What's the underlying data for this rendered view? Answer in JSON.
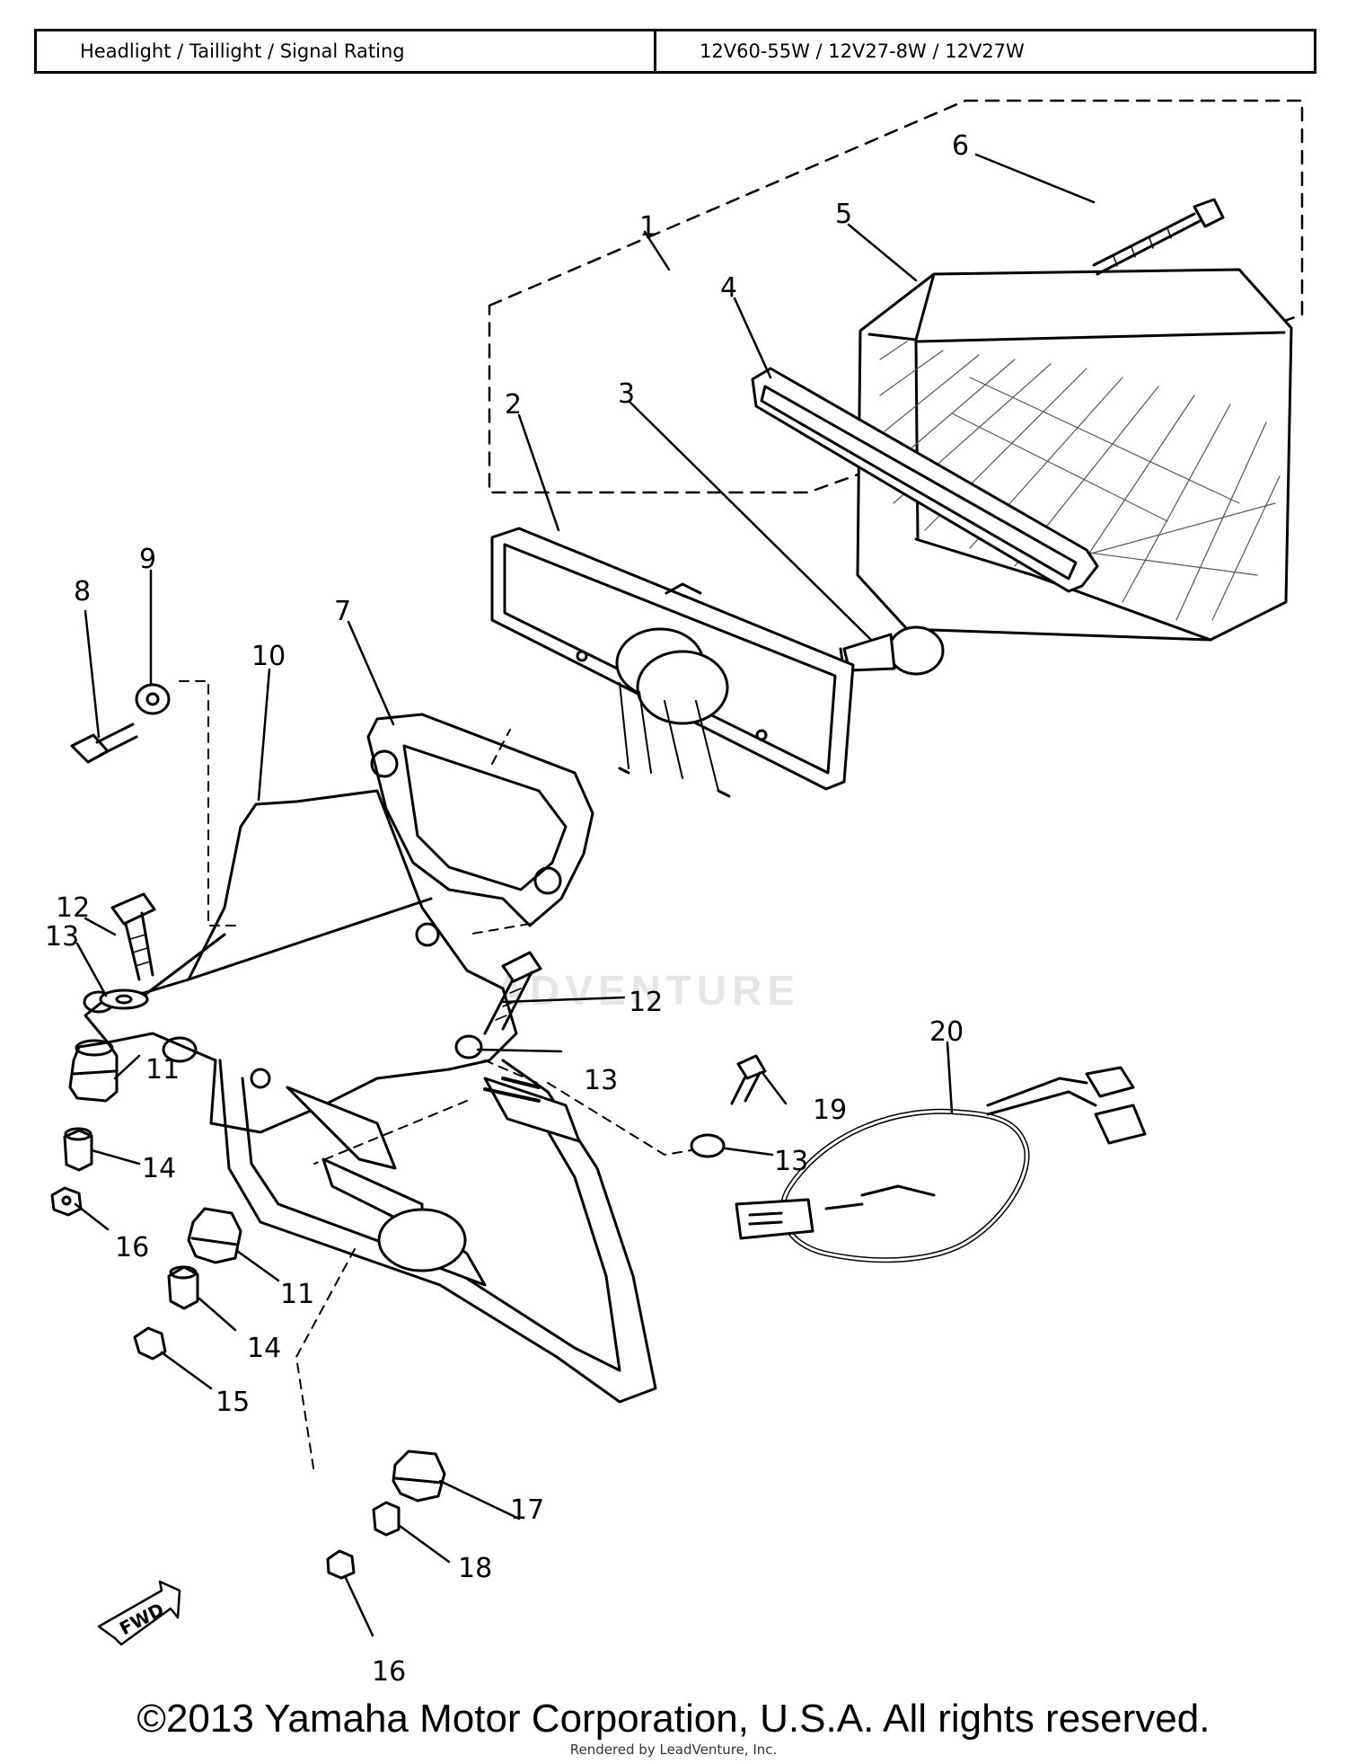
{
  "spec_table": {
    "label": "Headlight / Taillight / Signal Rating",
    "value": "12V60-55W / 12V27-8W / 12V27W"
  },
  "callouts": {
    "c1": "1",
    "c2": "2",
    "c3": "3",
    "c4": "4",
    "c5": "5",
    "c6": "6",
    "c7": "7",
    "c8": "8",
    "c9": "9",
    "c10": "10",
    "c11a": "11",
    "c11b": "11",
    "c12a": "12",
    "c12b": "12",
    "c13a": "13",
    "c13b": "13",
    "c13c": "13",
    "c14a": "14",
    "c14b": "14",
    "c15": "15",
    "c16a": "16",
    "c16b": "16",
    "c17": "17",
    "c18": "18",
    "c19": "19",
    "c20": "20"
  },
  "fwd_label": "FWD",
  "watermark": "LEADVENTURE",
  "copyright": "©2013 Yamaha Motor Corporation, U.S.A. All rights reserved.",
  "rendered_by": "Rendered by LeadVenture, Inc."
}
